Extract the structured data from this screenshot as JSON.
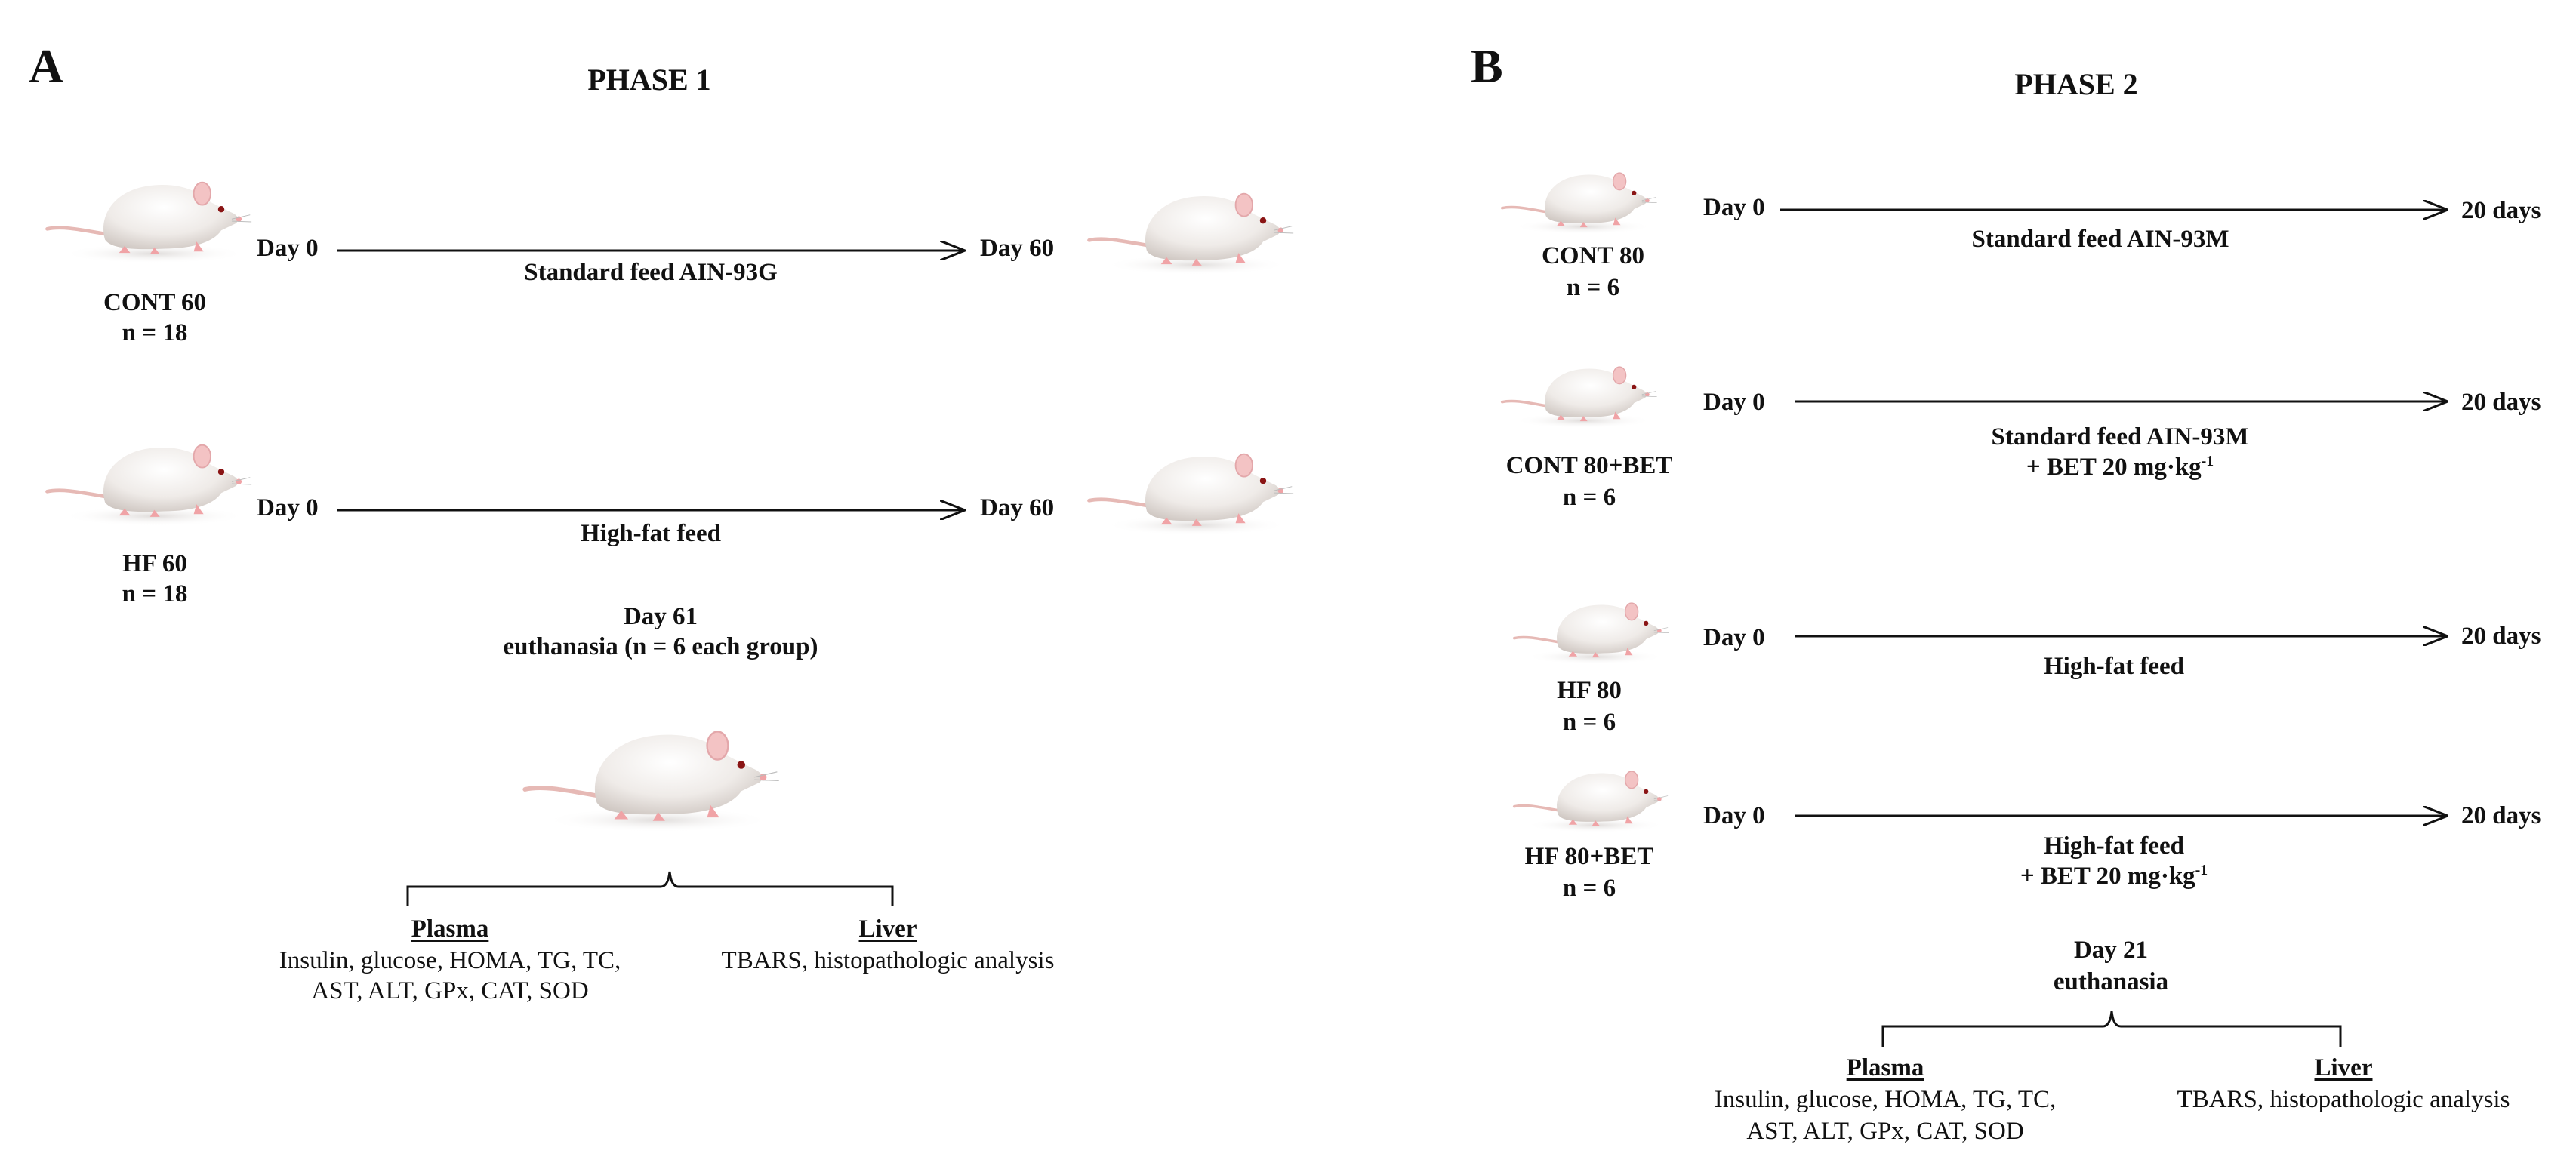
{
  "panel_a": {
    "letter": "A",
    "title": "PHASE 1",
    "groups": [
      {
        "name": "CONT 60",
        "n": "n = 18",
        "start": "Day 0",
        "end": "Day 60",
        "feed": "Standard feed AIN-93G"
      },
      {
        "name": "HF 60",
        "n": "n = 18",
        "start": "Day 0",
        "end": "Day 60",
        "feed": "High-fat feed"
      }
    ],
    "euthanasia": {
      "day": "Day 61",
      "text": "euthanasia (n = 6 each group)"
    },
    "plasma": {
      "title": "Plasma",
      "line1": "Insulin, glucose, HOMA, TG, TC,",
      "line2": "AST, ALT, GPx, CAT, SOD"
    },
    "liver": {
      "title": "Liver",
      "line1": "TBARS, histopathologic analysis"
    }
  },
  "panel_b": {
    "letter": "B",
    "title": "PHASE 2",
    "groups": [
      {
        "name": "CONT 80",
        "n": "n = 6",
        "start": "Day 0",
        "end": "20 days",
        "feed": "Standard feed AIN-93M",
        "feed2": ""
      },
      {
        "name": "CONT 80+BET",
        "n": "n = 6",
        "start": "Day 0",
        "end": "20 days",
        "feed": "Standard feed AIN-93M",
        "feed2": "+ BET 20 mg·kg"
      },
      {
        "name": "HF 80",
        "n": "n =  6",
        "start": "Day 0",
        "end": "20 days",
        "feed": "High-fat feed",
        "feed2": ""
      },
      {
        "name": "HF 80+BET",
        "n": "n =  6",
        "start": "Day 0",
        "end": "20 days",
        "feed": "High-fat feed",
        "feed2": "+ BET 20 mg·kg"
      }
    ],
    "dose_exponent": "-1",
    "euthanasia": {
      "day": "Day 21",
      "text": "euthanasia"
    },
    "plasma": {
      "title": "Plasma",
      "line1": "Insulin, glucose, HOMA, TG, TC,",
      "line2": "AST, ALT, GPx, CAT, SOD"
    },
    "liver": {
      "title": "Liver",
      "line1": "TBARS, histopathologic analysis"
    }
  },
  "colors": {
    "ink": "#111111",
    "rat_body": "#f1eeec",
    "rat_shade": "#d9d2ce",
    "rat_pink": "#f0a3a6",
    "rat_eye": "#8a1414"
  },
  "icons": [
    "rat-icon",
    "arrow-icon",
    "curly-brace-icon"
  ]
}
